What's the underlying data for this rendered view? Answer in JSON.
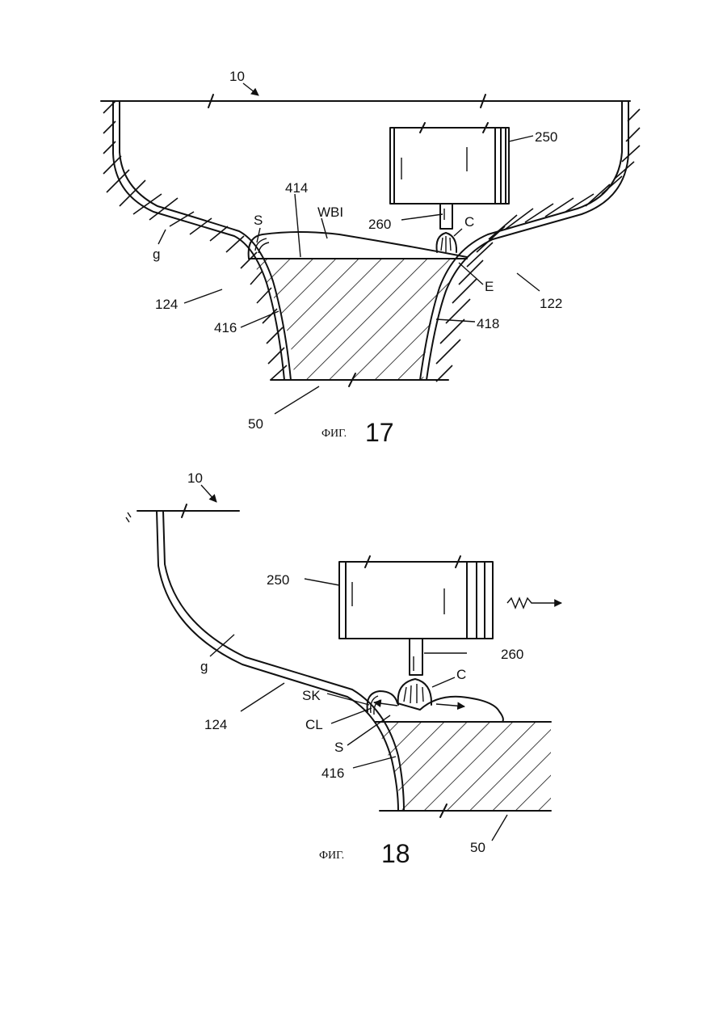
{
  "figures": [
    {
      "caption_prefix": "ФИГ.",
      "caption_number": "17",
      "labels": {
        "n10": "10",
        "n250": "250",
        "n414": "414",
        "wb1": "WBI",
        "s": "S",
        "n260": "260",
        "c": "C",
        "g": "g",
        "e": "E",
        "n122": "122",
        "n124": "124",
        "n416": "416",
        "n418": "418",
        "n50": "50"
      }
    },
    {
      "caption_prefix": "ФИГ.",
      "caption_number": "18",
      "labels": {
        "n10": "10",
        "n250": "250",
        "n260": "260",
        "c": "C",
        "g": "g",
        "sk": "SK",
        "n124": "124",
        "cl": "CL",
        "s": "S",
        "n416": "416",
        "n50": "50"
      }
    }
  ]
}
